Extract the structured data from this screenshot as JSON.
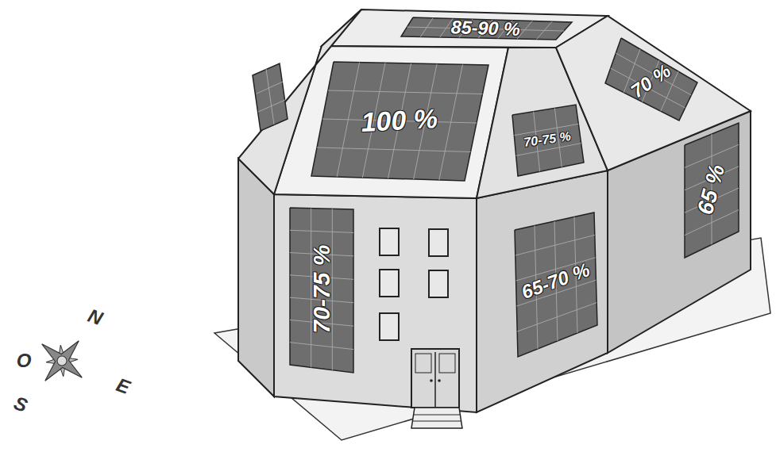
{
  "diagram": {
    "nodes": [
      {
        "text": [
          "85-90 %"
        ]
      },
      {
        "text": [
          "100 %"
        ]
      },
      {
        "text": [
          "70 %"
        ]
      },
      {
        "text": [
          "70-75 %"
        ]
      },
      {
        "text": [
          "65 %"
        ]
      },
      {
        "text": [
          "70-75 %"
        ]
      },
      {
        "text": [
          "65-70 %"
        ]
      }
    ],
    "labels": [
      "N",
      "O",
      "S",
      "E"
    ]
  }
}
